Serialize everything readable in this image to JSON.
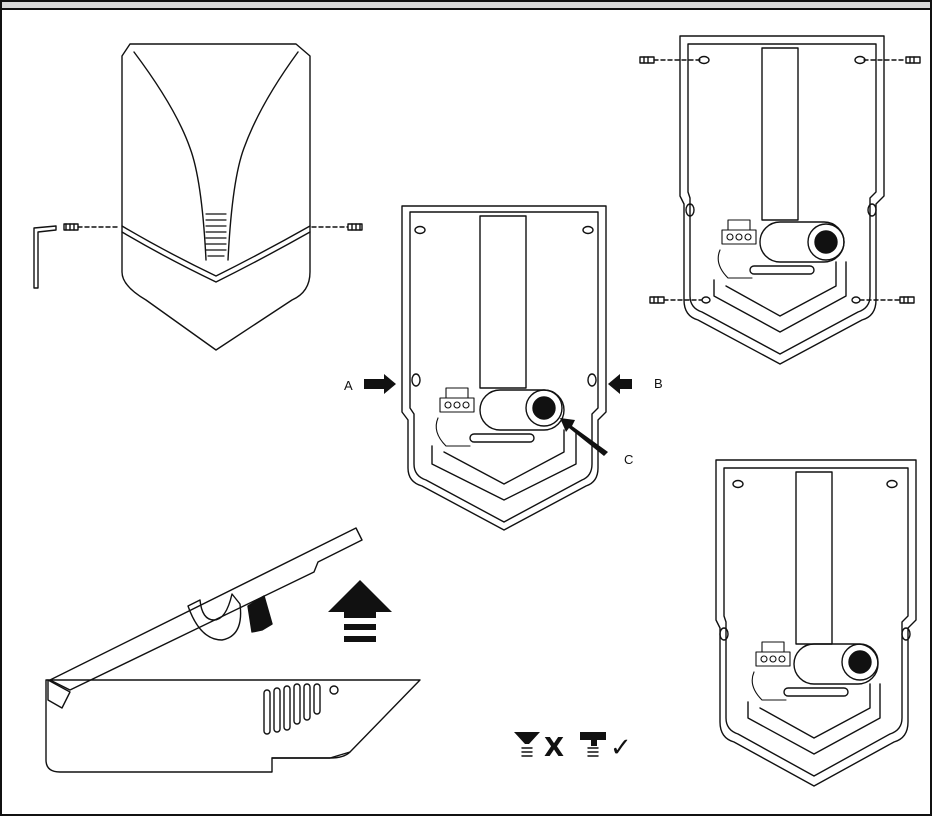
{
  "labels": {
    "a": "A",
    "b": "B",
    "c": "C"
  },
  "screw_orientation": {
    "wrong_mark": "X",
    "correct_mark": "✓"
  }
}
